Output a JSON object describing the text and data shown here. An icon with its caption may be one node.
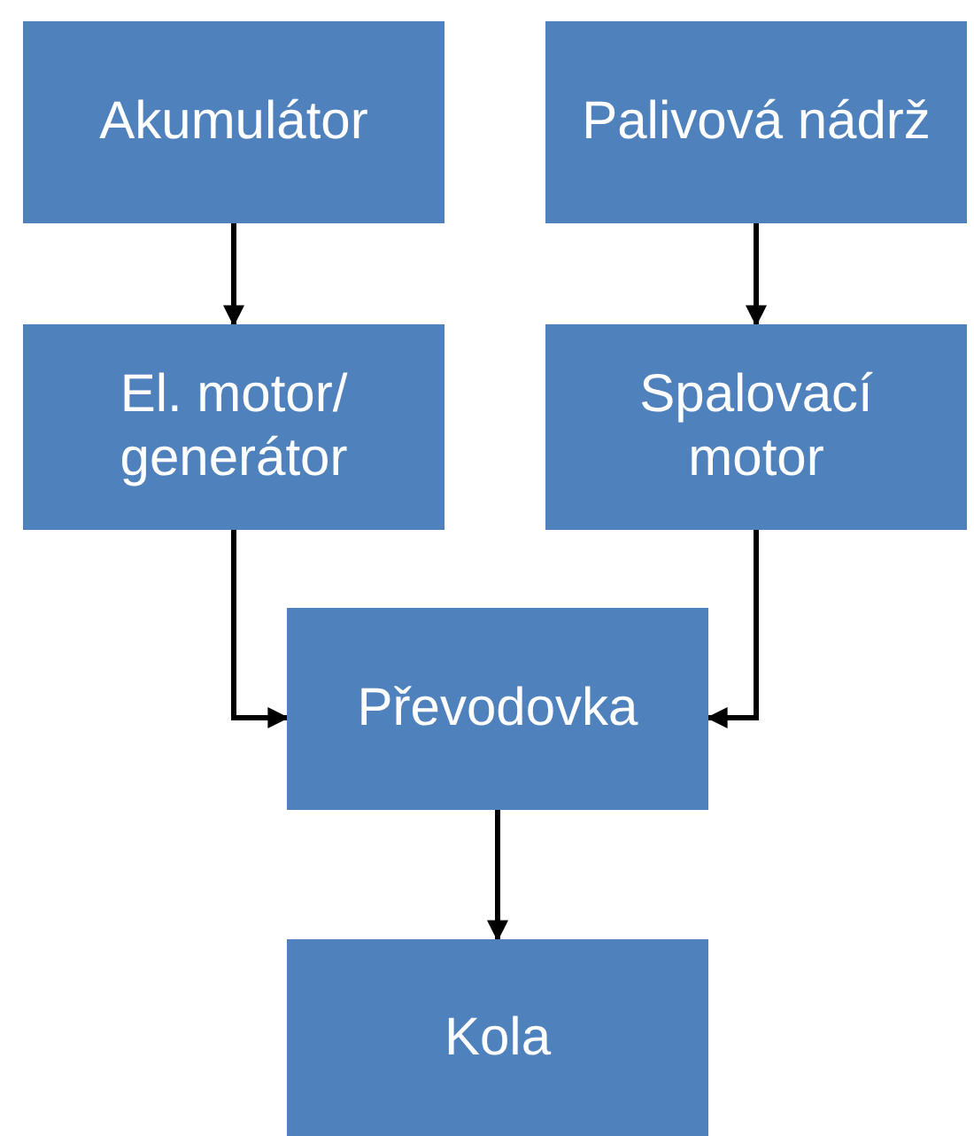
{
  "diagram": {
    "nodes": [
      {
        "text": [
          "Akumulátor"
        ]
      },
      {
        "text": [
          "Palivová nádrž"
        ]
      },
      {
        "text": [
          "El. motor/ generátor"
        ]
      },
      {
        "text": [
          "Spalovací motor"
        ]
      },
      {
        "text": [
          "Převodovka"
        ]
      },
      {
        "text": [
          "Kola"
        ]
      }
    ],
    "edges": [
      {
        "from": 0,
        "to": 2,
        "arrow": "to"
      },
      {
        "from": 1,
        "to": 3,
        "arrow": "to"
      },
      {
        "from": 2,
        "to": 4,
        "arrow": "to"
      },
      {
        "from": 3,
        "to": 4,
        "arrow": "to"
      },
      {
        "from": 4,
        "to": 5,
        "arrow": "to"
      }
    ]
  }
}
